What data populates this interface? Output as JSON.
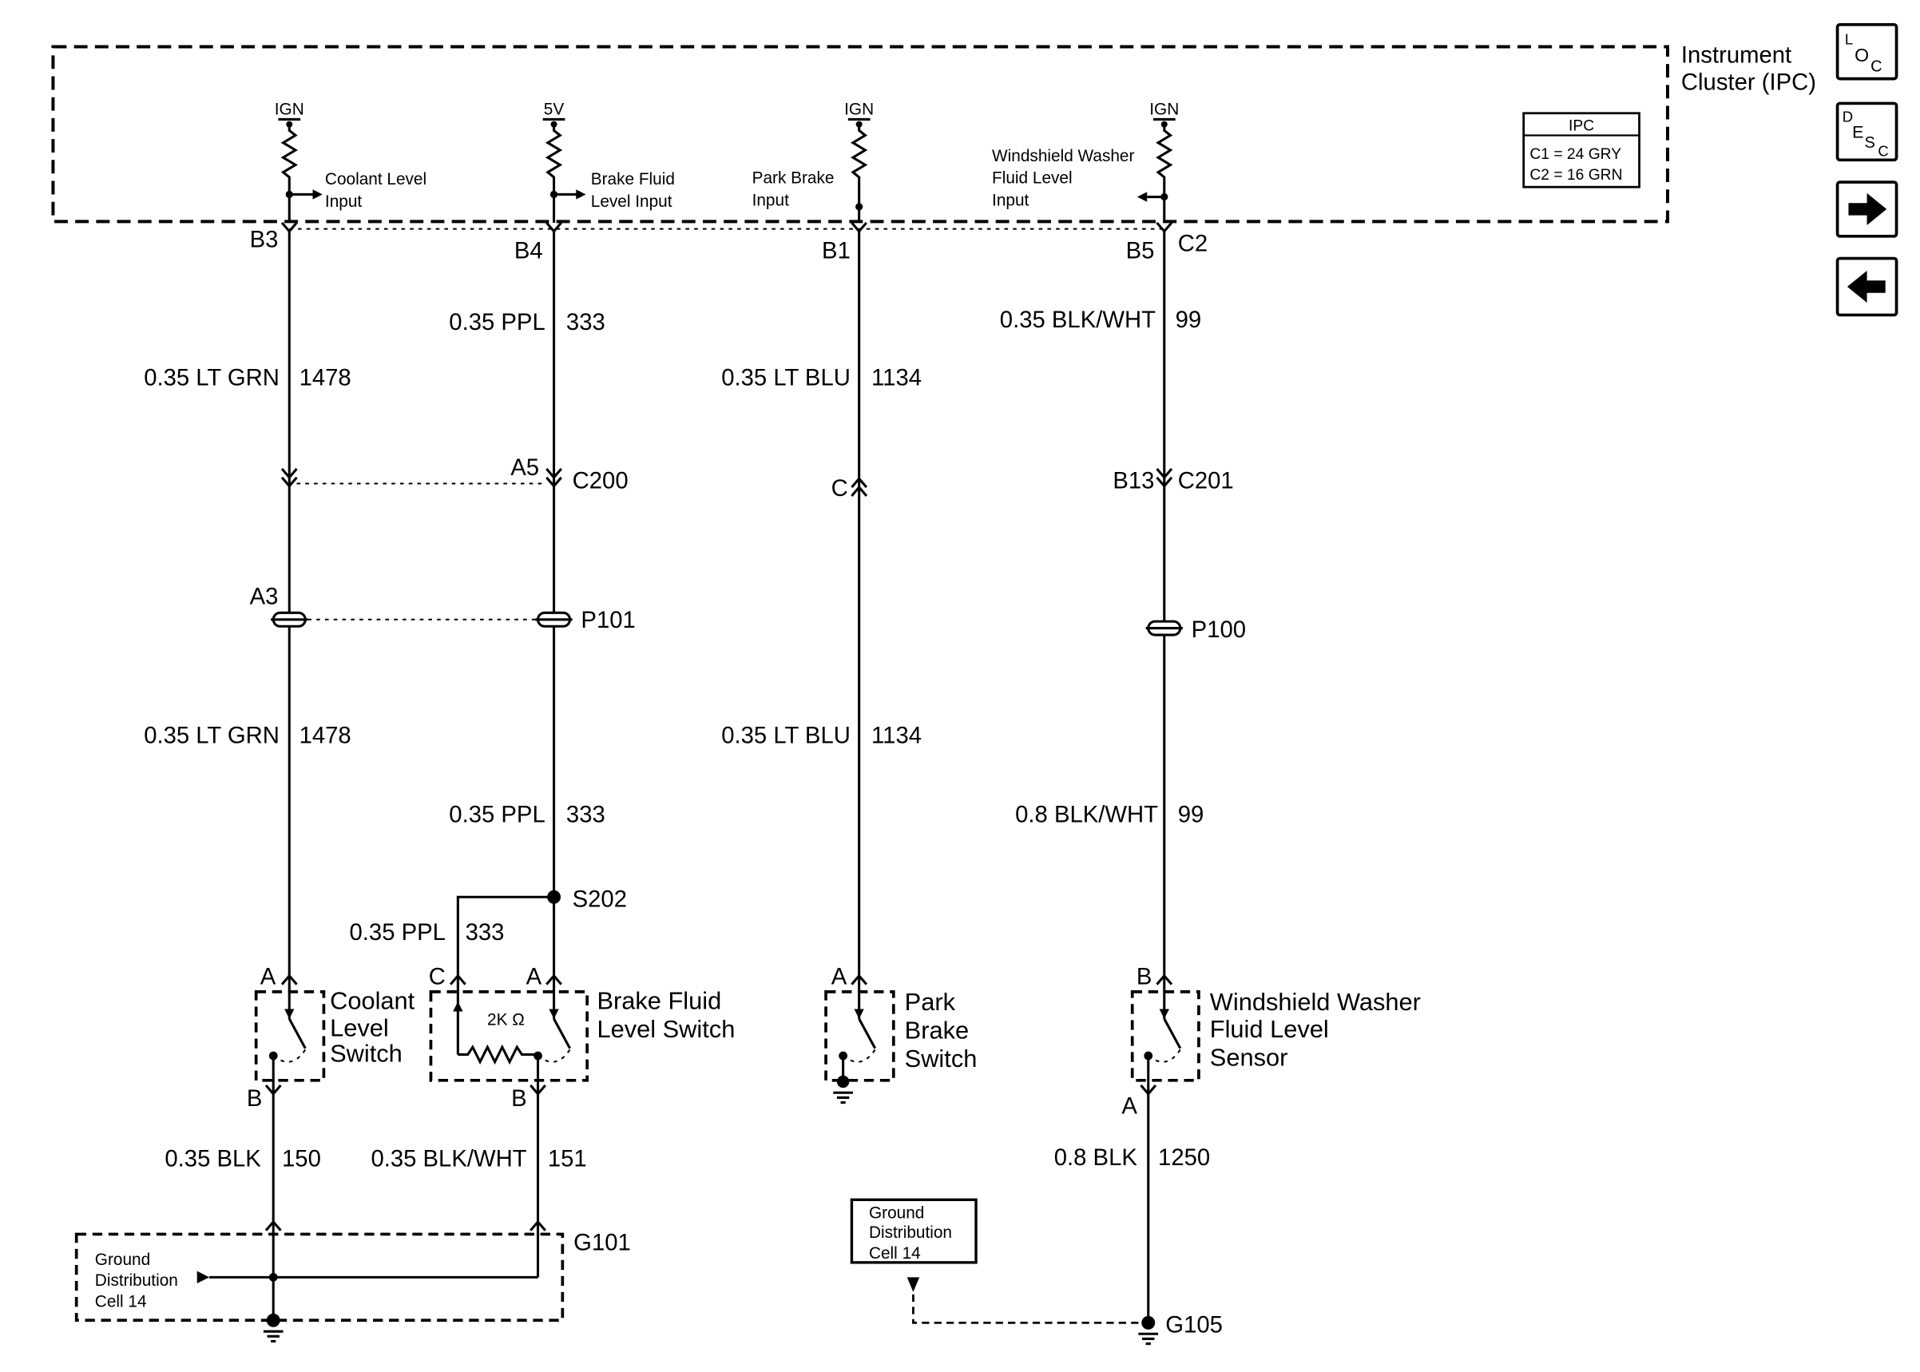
{
  "colors": {
    "ink": "#000000",
    "paper": "#ffffff"
  },
  "nav": {
    "loc": {
      "icon": "loc-icon",
      "letters": [
        "L",
        "O",
        "C"
      ]
    },
    "desc": {
      "icon": "desc-icon",
      "letters": [
        "D",
        "E",
        "S",
        "C"
      ]
    },
    "next": {
      "icon": "arrow-right-icon"
    },
    "prev": {
      "icon": "arrow-left-icon"
    }
  },
  "cluster": {
    "title": [
      "Instrument",
      "Cluster (IPC)"
    ],
    "ipc_table": {
      "header": "IPC",
      "rows": [
        "C1 = 24 GRY",
        "C2 = 16 GRN"
      ]
    },
    "inputs": [
      {
        "supply": "IGN",
        "label": [
          "Coolant Level",
          "Input"
        ],
        "pin": "B3"
      },
      {
        "supply": "5V",
        "label": [
          "Brake Fluid",
          "Level Input"
        ],
        "pin": "B4"
      },
      {
        "supply": "IGN",
        "label": [
          "Park Brake",
          "Input"
        ],
        "pin": "B1"
      },
      {
        "supply": "IGN",
        "label": [
          "Windshield Washer",
          "Fluid Level",
          "Input"
        ],
        "pin": "B5",
        "connector": "C2"
      }
    ]
  },
  "wires": {
    "coolant_upper": {
      "spec": "0.35 LT GRN",
      "circuit": "1478"
    },
    "brake_upper": {
      "spec": "0.35 PPL",
      "circuit": "333"
    },
    "park_upper": {
      "spec": "0.35 LT BLU",
      "circuit": "1134"
    },
    "washer_upper": {
      "spec": "0.35 BLK/WHT",
      "circuit": "99"
    },
    "coolant_lower": {
      "spec": "0.35 LT GRN",
      "circuit": "1478"
    },
    "brake_lower": {
      "spec": "0.35 PPL",
      "circuit": "333"
    },
    "park_lower": {
      "spec": "0.35 LT BLU",
      "circuit": "1134"
    },
    "washer_lower": {
      "spec": "0.8 BLK/WHT",
      "circuit": "99"
    },
    "brake_branch": {
      "spec": "0.35 PPL",
      "circuit": "333"
    },
    "coolant_ground": {
      "spec": "0.35 BLK",
      "circuit": "150"
    },
    "brake_ground": {
      "spec": "0.35 BLK/WHT",
      "circuit": "151"
    },
    "washer_ground": {
      "spec": "0.8 BLK",
      "circuit": "1250"
    }
  },
  "connectors": {
    "c200": {
      "name": "C200",
      "brake_pin": "A5"
    },
    "park_inline": {
      "pin": "C"
    },
    "c201": {
      "name": "C201",
      "pin": "B13"
    },
    "p101": {
      "name": "P101",
      "coolant_pin": "A3"
    },
    "p100": {
      "name": "P100"
    },
    "s202": {
      "name": "S202"
    }
  },
  "components": {
    "coolant_switch": {
      "name": [
        "Coolant",
        "Level",
        "Switch"
      ],
      "pin_top": "A",
      "pin_bottom": "B"
    },
    "brake_switch": {
      "name": [
        "Brake Fluid",
        "Level Switch"
      ],
      "pin_c": "C",
      "pin_a": "A",
      "pin_bottom": "B",
      "resistor": "2K Ω"
    },
    "park_switch": {
      "name": [
        "Park",
        "Brake",
        "Switch"
      ],
      "pin_top": "A"
    },
    "washer_sensor": {
      "name": [
        "Windshield Washer",
        "Fluid Level",
        "Sensor"
      ],
      "pin_top": "B",
      "pin_bottom": "A"
    }
  },
  "grounds": {
    "g101": {
      "name": "G101",
      "ref": [
        "Ground",
        "Distribution",
        "Cell 14"
      ]
    },
    "g105": {
      "name": "G105",
      "ref": [
        "Ground",
        "Distribution",
        "Cell 14"
      ]
    }
  }
}
